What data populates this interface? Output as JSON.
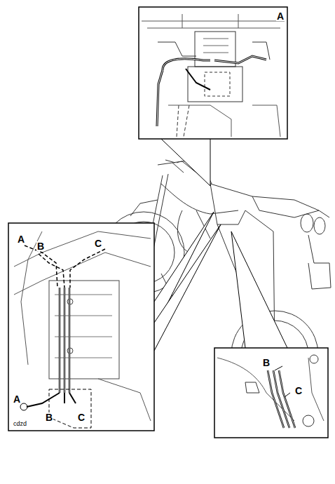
{
  "diagram": {
    "labels": [
      "A",
      "A",
      "B",
      "C",
      "A",
      "B",
      "C",
      "B",
      "C",
      "cdzd"
    ]
  }
}
